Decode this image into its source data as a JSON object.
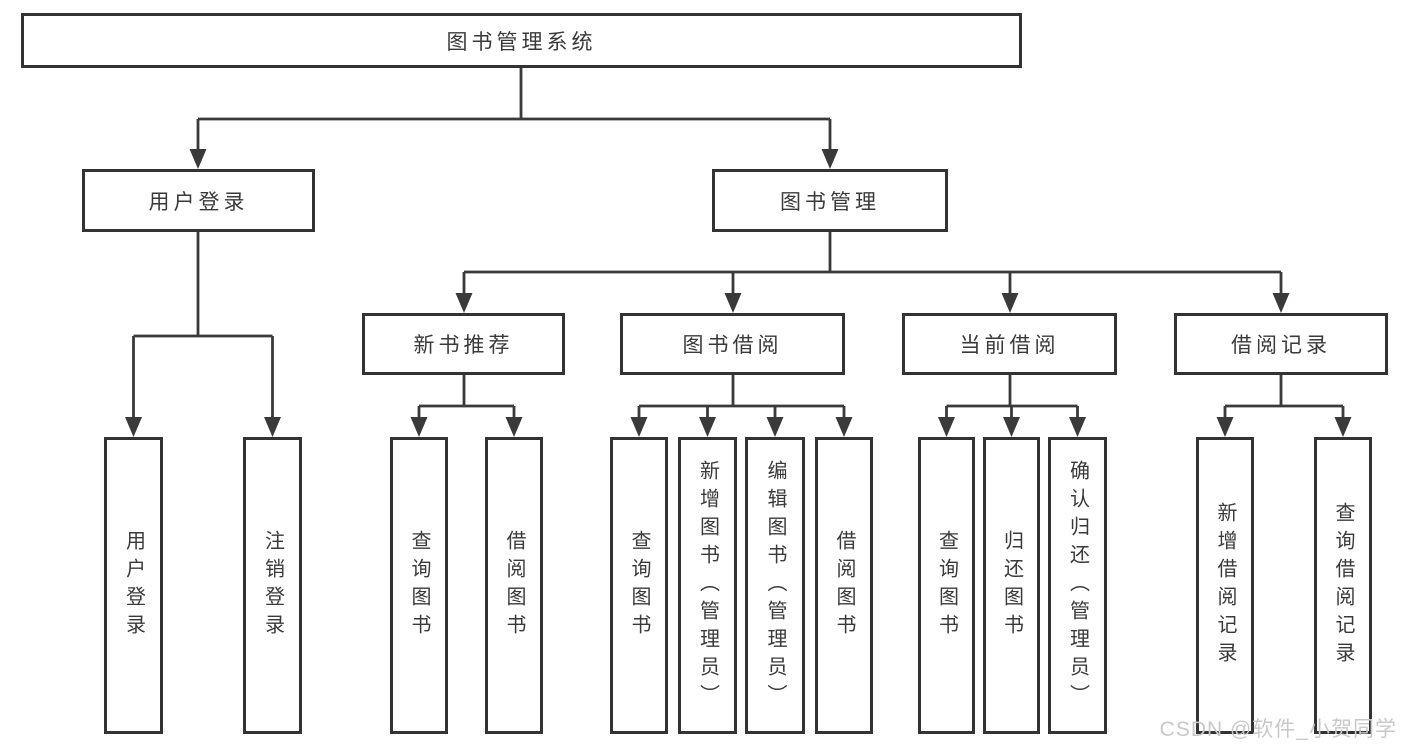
{
  "diagram": {
    "root": {
      "label": "图书管理系统"
    },
    "level2": [
      {
        "id": "user-login",
        "label": "用户登录"
      },
      {
        "id": "book-management",
        "label": "图书管理"
      }
    ],
    "level3": [
      {
        "id": "new-book-recommend",
        "label": "新书推荐"
      },
      {
        "id": "book-borrowing",
        "label": "图书借阅"
      },
      {
        "id": "current-borrowing",
        "label": "当前借阅"
      },
      {
        "id": "borrowing-records",
        "label": "借阅记录"
      }
    ],
    "leaves": [
      {
        "id": "user-login",
        "label": "用户登录"
      },
      {
        "id": "logout",
        "label": "注销登录"
      },
      {
        "id": "query-books-recommend",
        "label": "查询图书"
      },
      {
        "id": "borrow-books-recommend",
        "label": "借阅图书"
      },
      {
        "id": "query-books-borrowing",
        "label": "查询图书"
      },
      {
        "id": "add-book-admin",
        "label": "新增图书（管理员）"
      },
      {
        "id": "edit-book-admin",
        "label": "编辑图书（管理员）"
      },
      {
        "id": "borrow-books-borrowing",
        "label": "借阅图书"
      },
      {
        "id": "query-books-current",
        "label": "查询图书"
      },
      {
        "id": "return-book",
        "label": "归还图书"
      },
      {
        "id": "confirm-return-admin",
        "label": "确认归还（管理员）"
      },
      {
        "id": "add-borrow-record",
        "label": "新增借阅记录"
      },
      {
        "id": "query-borrow-record",
        "label": "查询借阅记录"
      }
    ]
  },
  "watermark": {
    "text": "CSDN @软件_小贺同学"
  },
  "colors": {
    "border": "#333333",
    "text": "#3a3a3a",
    "line": "#3a3a3a",
    "watermark": "#c9c9c9",
    "bg": "#ffffff"
  }
}
